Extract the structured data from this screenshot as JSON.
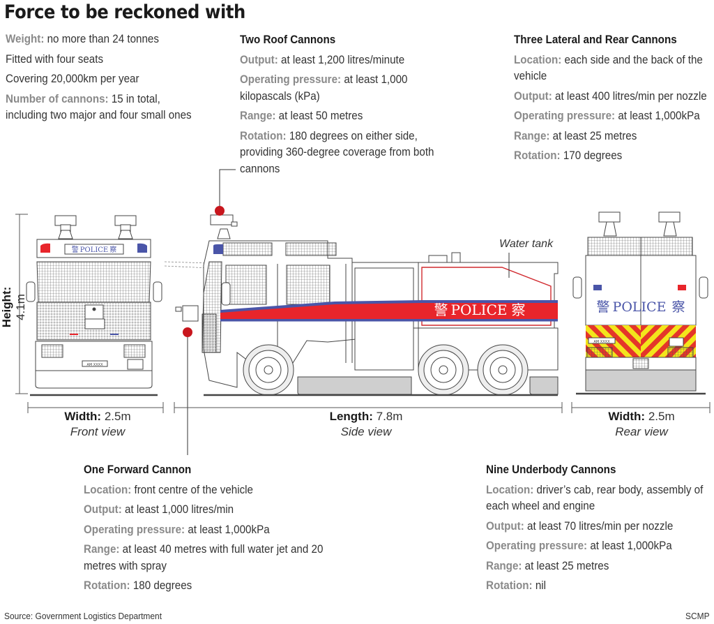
{
  "title": "Force to be reckoned with",
  "general": {
    "rows": [
      {
        "label": "Weight:",
        "text": "no more than 24 tonnes"
      },
      {
        "label": "",
        "text": "Fitted with four seats"
      },
      {
        "label": "",
        "text": "Covering 20,000km per year"
      },
      {
        "label": "Number of cannons:",
        "text": "15 in total, including two major and four small ones"
      }
    ]
  },
  "roof_cannons": {
    "heading": "Two Roof Cannons",
    "rows": [
      {
        "label": "Output:",
        "text": "at least 1,200 litres/minute"
      },
      {
        "label": "Operating pressure:",
        "text": "at least 1,000 kilopascals (kPa)"
      },
      {
        "label": "Range:",
        "text": "at least 50 metres"
      },
      {
        "label": "Rotation:",
        "text": "180 degrees on either side, providing 360-degree coverage from both cannons"
      }
    ]
  },
  "lateral_cannons": {
    "heading": "Three Lateral and Rear Cannons",
    "rows": [
      {
        "label": "Location:",
        "text": "each side and the back of the vehicle"
      },
      {
        "label": "Output:",
        "text": "at least 400 litres/min per nozzle"
      },
      {
        "label": "Operating pressure:",
        "text": "at least 1,000kPa"
      },
      {
        "label": "Range:",
        "text": "at least 25 metres"
      },
      {
        "label": "Rotation:",
        "text": "170 degrees"
      }
    ]
  },
  "forward_cannon": {
    "heading": "One Forward Cannon",
    "rows": [
      {
        "label": "Location:",
        "text": "front centre of the vehicle"
      },
      {
        "label": "Output:",
        "text": "at least 1,000 litres/min"
      },
      {
        "label": "Operating pressure:",
        "text": "at least 1,000kPa"
      },
      {
        "label": "Range:",
        "text": "at least 40 metres with full water jet and 20 metres with spray"
      },
      {
        "label": "Rotation:",
        "text": "180 degrees"
      }
    ]
  },
  "underbody_cannons": {
    "heading": "Nine Underbody Cannons",
    "rows": [
      {
        "label": "Location:",
        "text": "driver’s cab, rear body, assembly of each wheel and engine"
      },
      {
        "label": "Output:",
        "text": "at least 70 litres/min per nozzle"
      },
      {
        "label": "Operating pressure:",
        "text": "at least 1,000kPa"
      },
      {
        "label": "Range:",
        "text": "at least 25 metres"
      },
      {
        "label": "Rotation:",
        "text": "nil"
      }
    ]
  },
  "dimensions": {
    "height": {
      "label": "Height:",
      "value": "4.1m"
    },
    "front": {
      "label": "Width:",
      "value": "2.5m",
      "view": "Front view"
    },
    "side": {
      "label": "Length:",
      "value": "7.8m",
      "view": "Side view"
    },
    "rear": {
      "label": "Width:",
      "value": "2.5m",
      "view": "Rear view"
    }
  },
  "annotations": {
    "water_tank": "Water tank",
    "police_text": "POLICE",
    "police_cn_left": "警",
    "police_cn_right": "察",
    "plate": "AM XXXX"
  },
  "colors": {
    "stripe_red": "#e8252b",
    "stripe_blue": "#4a55a8",
    "marker_red": "#c8161d",
    "chevron_yellow": "#f3e51c",
    "chevron_red": "#e4352a",
    "skirt_grey": "#cfcfcf",
    "label_grey": "#8a8a8a"
  },
  "footer": {
    "source": "Source: Government Logistics Department",
    "credit": "SCMP"
  }
}
